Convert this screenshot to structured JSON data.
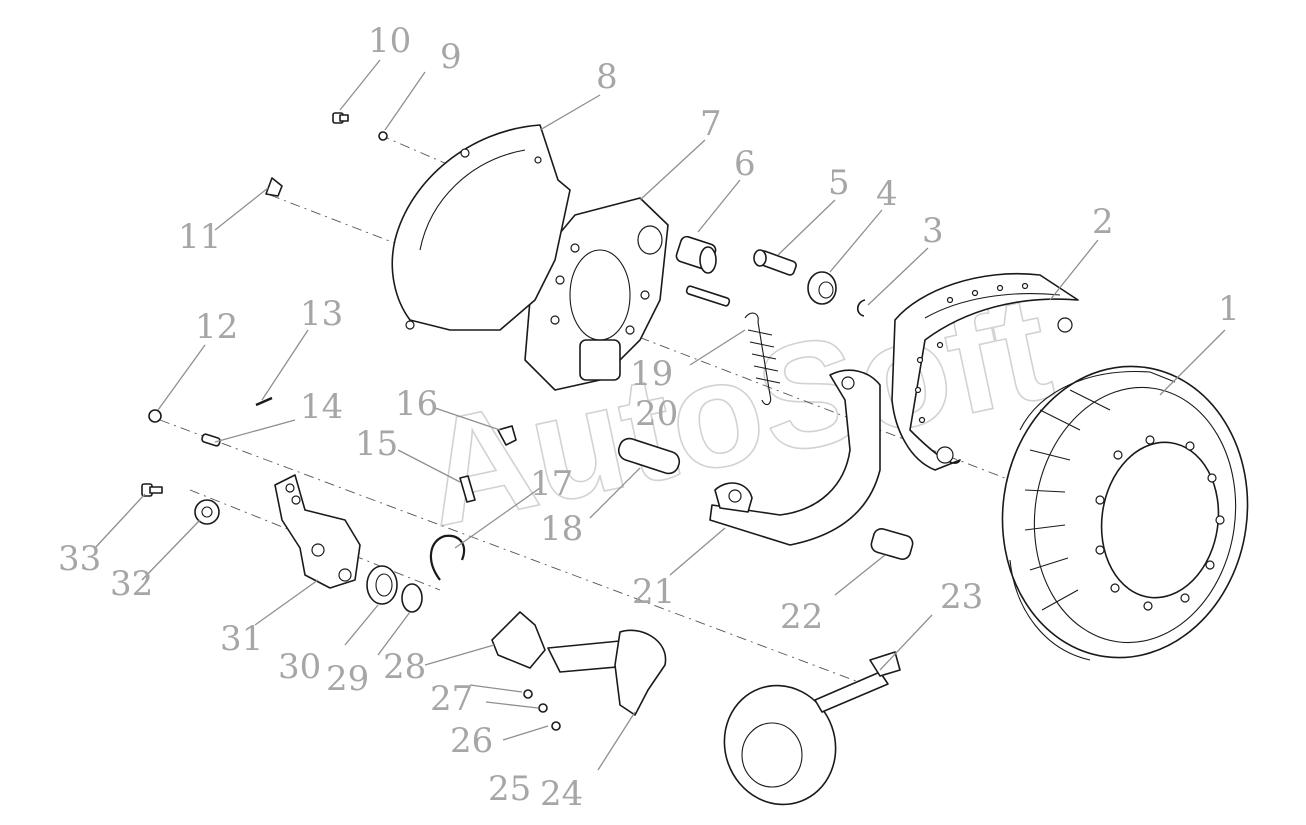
{
  "watermark": "AutoSoft",
  "callouts": [
    "1",
    "2",
    "3",
    "4",
    "5",
    "6",
    "7",
    "8",
    "9",
    "10",
    "11",
    "12",
    "13",
    "14",
    "15",
    "16",
    "17",
    "18",
    "19",
    "20",
    "21",
    "22",
    "23",
    "24",
    "25",
    "26",
    "27",
    "28",
    "29",
    "30",
    "31",
    "32",
    "33"
  ],
  "colors": {
    "line": "#1a1a1a",
    "callout": "#a6a6a6",
    "watermark": "#d2d2d2",
    "background": "#ffffff"
  }
}
